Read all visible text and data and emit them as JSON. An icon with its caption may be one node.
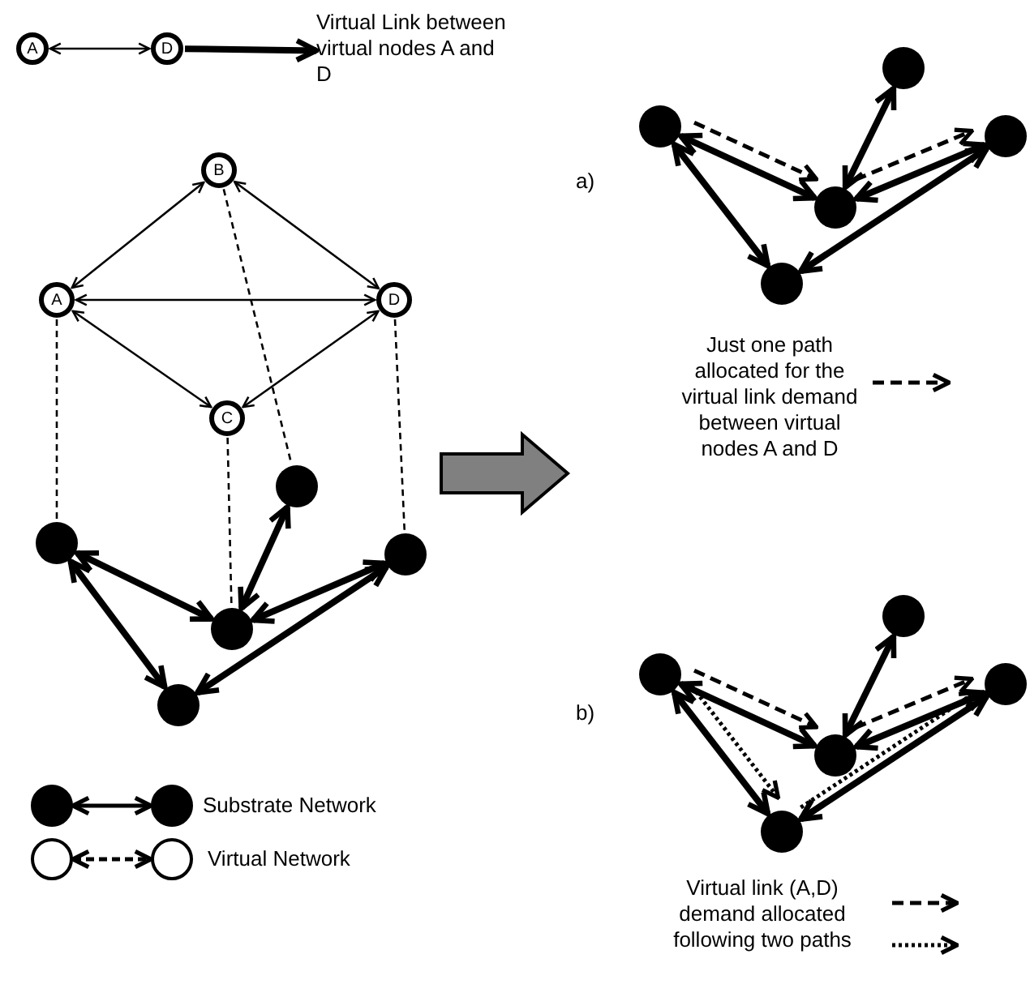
{
  "diagram": {
    "nodes": [
      {
        "text": [
          "A"
        ]
      },
      {
        "text": [
          "D"
        ]
      },
      {
        "text": [
          "Virtual Link between virtual nodes A and D"
        ]
      },
      {
        "text": [
          "B"
        ]
      },
      {
        "text": [
          "A"
        ]
      },
      {
        "text": [
          "D"
        ]
      },
      {
        "text": [
          "C"
        ]
      },
      {
        "text": [],
        "shape": "circle"
      },
      {
        "text": [],
        "shape": "circle"
      },
      {
        "text": [],
        "shape": "circle"
      },
      {
        "text": [],
        "shape": "circle"
      },
      {
        "text": [],
        "shape": "circle"
      },
      {
        "text": [],
        "shape": "circle"
      },
      {
        "text": [],
        "shape": "circle"
      },
      {
        "text": [],
        "shape": "circle"
      },
      {
        "text": [],
        "shape": "circle"
      },
      {
        "text": [],
        "shape": "circle"
      },
      {
        "text": [],
        "shape": "circle"
      },
      {
        "text": [],
        "shape": "circle"
      },
      {
        "text": [],
        "shape": "circle"
      },
      {
        "text": [],
        "shape": "circle"
      },
      {
        "text": [],
        "shape": "circle"
      }
    ],
    "edges": [
      {
        "from": 0,
        "to": 1,
        "arrow": "both"
      },
      {
        "from": 1,
        "to": 2,
        "arrow": "to"
      },
      {
        "from": 4,
        "to": 3,
        "arrow": "both"
      },
      {
        "from": 3,
        "to": 5,
        "arrow": "both"
      },
      {
        "from": 4,
        "to": 5,
        "arrow": "both"
      },
      {
        "from": 4,
        "to": 6,
        "arrow": "both"
      },
      {
        "from": 6,
        "to": 5,
        "arrow": "both"
      },
      {
        "from": 4,
        "to": 7,
        "arrow": "none",
        "style": "dashed"
      },
      {
        "from": 3,
        "to": 8,
        "arrow": "none",
        "style": "dashed"
      },
      {
        "from": 6,
        "to": 10,
        "arrow": "none",
        "style": "dashed"
      },
      {
        "from": 5,
        "to": 9,
        "arrow": "none",
        "style": "dashed"
      },
      {
        "from": 7,
        "to": 10,
        "arrow": "both"
      },
      {
        "from": 8,
        "to": 10,
        "arrow": "both"
      },
      {
        "from": 10,
        "to": 9,
        "arrow": "both"
      },
      {
        "from": 9,
        "to": 11,
        "arrow": "both"
      },
      {
        "from": 7,
        "to": 11,
        "arrow": "both"
      },
      {
        "from": 12,
        "to": 15,
        "arrow": "both"
      },
      {
        "from": 13,
        "to": 15,
        "arrow": "both"
      },
      {
        "from": 15,
        "to": 14,
        "arrow": "both"
      },
      {
        "from": 14,
        "to": 16,
        "arrow": "both"
      },
      {
        "from": 12,
        "to": 16,
        "arrow": "both"
      },
      {
        "from": 12,
        "to": 15,
        "arrow": "to",
        "style": "dashed"
      },
      {
        "from": 15,
        "to": 14,
        "arrow": "to",
        "style": "dashed"
      },
      {
        "from": 17,
        "to": 20,
        "arrow": "both"
      },
      {
        "from": 18,
        "to": 20,
        "arrow": "both"
      },
      {
        "from": 20,
        "to": 19,
        "arrow": "both"
      },
      {
        "from": 19,
        "to": 21,
        "arrow": "both"
      },
      {
        "from": 17,
        "to": 21,
        "arrow": "both"
      },
      {
        "from": 17,
        "to": 20,
        "arrow": "to",
        "style": "dashed"
      },
      {
        "from": 20,
        "to": 19,
        "arrow": "to",
        "style": "dashed"
      },
      {
        "from": 17,
        "to": 21,
        "arrow": "to",
        "style": "dashed"
      },
      {
        "from": 21,
        "to": 19,
        "arrow": "to",
        "style": "dashed"
      }
    ],
    "labels": [
      "a)",
      "b)"
    ],
    "legend": [
      {
        "text": "Just one path allocated for the virtual link demand between virtual nodes A and D"
      },
      {
        "text": "Virtual link (A,D) demand allocated following two paths"
      },
      {
        "text": "Substrate Network"
      },
      {
        "text": "Virtual Network"
      }
    ]
  }
}
